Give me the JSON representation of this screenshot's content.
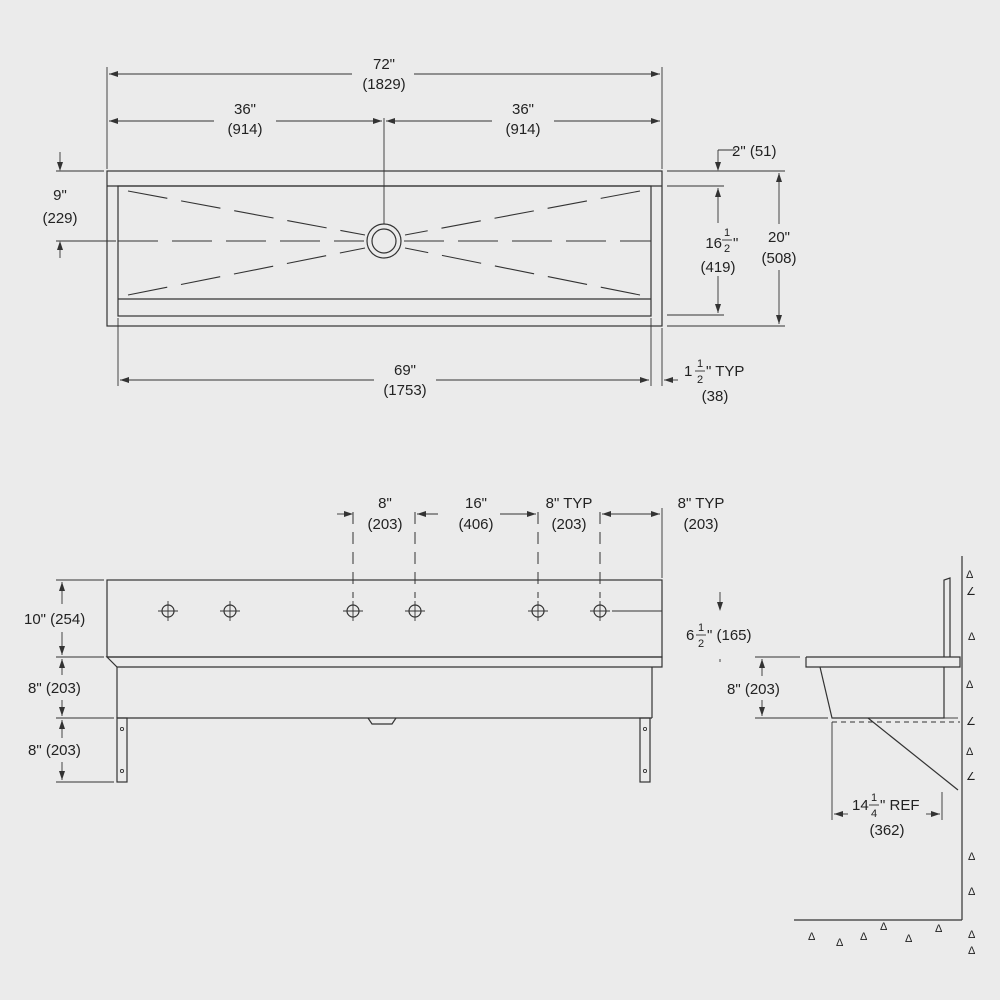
{
  "plan_view": {
    "overall_width": {
      "in": "72\"",
      "mm": "(1829)"
    },
    "left_half": {
      "in": "36\"",
      "mm": "(914)"
    },
    "right_half": {
      "in": "36\"",
      "mm": "(914)"
    },
    "drain_offset": {
      "in": "9\"",
      "mm": "(229)"
    },
    "backsplash": {
      "text": "2\" (51)"
    },
    "bowl_depth": {
      "whole": "16",
      "num": "1",
      "den": "2",
      "unit": "\"",
      "mm": "(419)"
    },
    "overall_depth": {
      "in": "20\"",
      "mm": "(508)"
    },
    "bowl_length": {
      "in": "69\"",
      "mm": "(1753)"
    },
    "rim": {
      "whole": "1",
      "num": "1",
      "den": "2",
      "suffix": "\" TYP",
      "mm": "(38)"
    }
  },
  "front_view": {
    "faucet_spacing": [
      {
        "in": "8\"",
        "mm": "(203)"
      },
      {
        "in": "16\"",
        "mm": "(406)"
      },
      {
        "in": "8\" TYP",
        "mm": "(203)"
      },
      {
        "in": "8\" TYP",
        "mm": "(203)"
      }
    ],
    "backsplash_height": {
      "text": "10\" (254)"
    },
    "hole_height": {
      "whole": "6",
      "num": "1",
      "den": "2",
      "suffix": "\" (165)"
    },
    "bowl_height": {
      "text": "8\" (203)"
    },
    "leg_height": {
      "text": "8\" (203)"
    }
  },
  "side_view": {
    "bowl_height": {
      "text": "8\" (203)"
    },
    "bracket_ref": {
      "whole": "14",
      "num": "1",
      "den": "4",
      "suffix": "\" REF",
      "mm": "(362)"
    }
  }
}
